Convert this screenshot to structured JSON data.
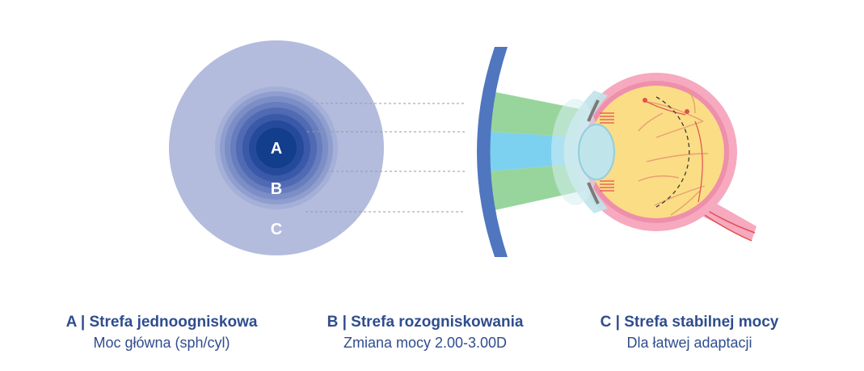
{
  "lens": {
    "zone_a": "A",
    "zone_b": "B",
    "zone_c": "C"
  },
  "legend": [
    {
      "title": "A | Strefa jednoogniskowa",
      "subtitle": "Moc główna (sph/cyl)"
    },
    {
      "title": "B | Strefa rozogniskowania",
      "subtitle": "Zmiana mocy 2.00-3.00D"
    },
    {
      "title": "C | Strefa stabilnej mocy",
      "subtitle": "Dla łatwej adaptacji"
    }
  ],
  "colors": {
    "zone_c": "#b3bcdd",
    "zone_a": "#123e8c",
    "lens_edge": "#4f76bf",
    "beam_green": "#7ecb84",
    "beam_blue": "#5bc6ec",
    "eye_outer": "#f6a9bf",
    "retina_fill": "#fbdd86",
    "text": "#2f4d8f"
  }
}
